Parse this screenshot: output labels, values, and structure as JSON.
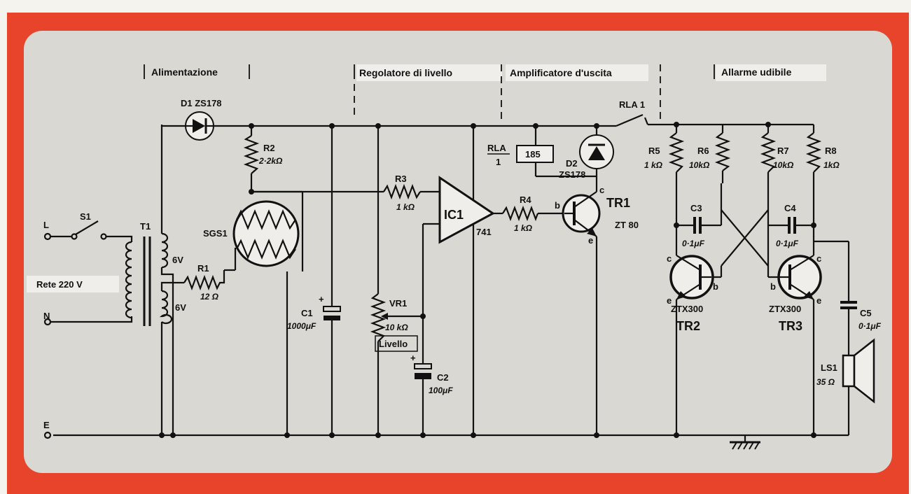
{
  "sections": {
    "power": "Alimentazione",
    "level": "Regolatore di livello",
    "amp": "Amplificatore d'uscita",
    "alarm": "Allarme udibile"
  },
  "mains": {
    "label": "Rete 220 V",
    "l": "L",
    "n": "N",
    "e": "E"
  },
  "components": {
    "s1": "S1",
    "t1": "T1",
    "t1_top": "6V",
    "t1_bottom": "6V",
    "d1": "D1 ZS178",
    "r1": "R1",
    "r1_val": "12 Ω",
    "r2": "R2",
    "r2_val": "2·2kΩ",
    "sgs1": "SGS1",
    "c1": "C1",
    "c1_val": "1000μF",
    "c1_plus": "+",
    "r3": "R3",
    "r3_val": "1 kΩ",
    "ic1": "IC1",
    "ic1_type": "741",
    "vr1": "VR1",
    "vr1_val": "10 kΩ",
    "vr1_name": "Livello",
    "c2": "C2",
    "c2_val": "100μF",
    "c2_plus": "+",
    "rla_top": "RLA",
    "rla_bottom": "1",
    "rla_res": "185",
    "d2": "D2",
    "d2_type": "ZS178",
    "r4": "R4",
    "r4_val": "1 kΩ",
    "tr1": "TR1",
    "tr1_type": "ZT 80",
    "rla1": "RLA 1",
    "r5": "R5",
    "r5_val": "1 kΩ",
    "r6": "R6",
    "r6_val": "10kΩ",
    "r7": "R7",
    "r7_val": "10kΩ",
    "r8": "R8",
    "r8_val": "1kΩ",
    "c3": "C3",
    "c3_val": "0·1μF",
    "c4": "C4",
    "c4_val": "0·1μF",
    "tr2": "TR2",
    "tr2_type": "ZTX300",
    "tr3": "TR3",
    "tr3_type": "ZTX300",
    "c5": "C5",
    "c5_val": "0·1μF",
    "ls1": "LS1",
    "ls1_val": "35 Ω",
    "pin_b": "b",
    "pin_c": "c",
    "pin_e": "e"
  },
  "colors": {
    "border": "#e8432b",
    "panel": "#d9d8d2",
    "ink": "#111111"
  }
}
